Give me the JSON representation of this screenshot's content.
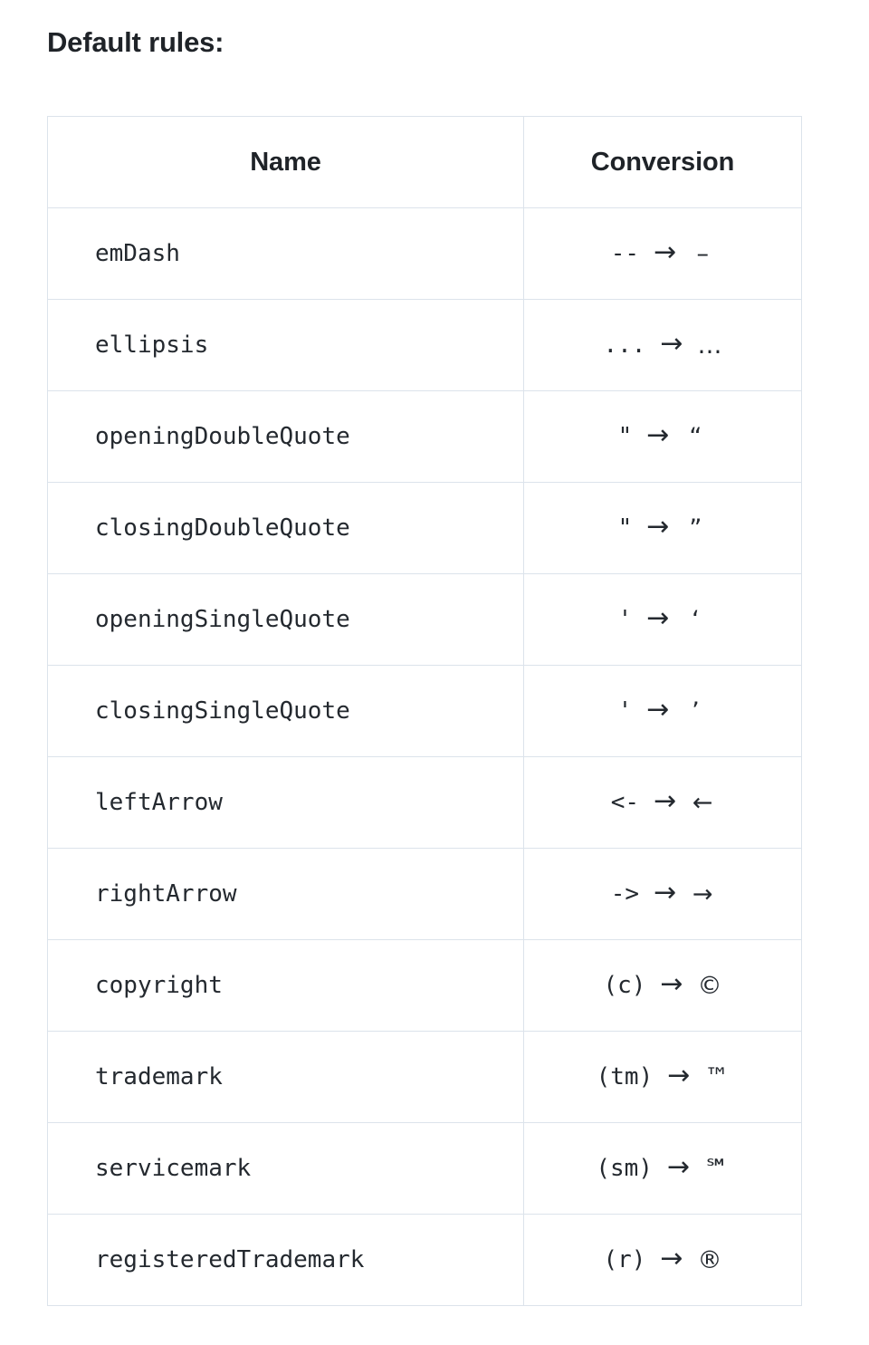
{
  "heading": "Default rules:",
  "colors": {
    "text": "#24292f",
    "heading": "#1f2328",
    "border": "#dce3eb",
    "background": "#ffffff"
  },
  "table": {
    "columns": [
      {
        "key": "name",
        "label": "Name"
      },
      {
        "key": "conversion",
        "label": "Conversion"
      }
    ],
    "arrow_glyph": "→",
    "rows": [
      {
        "name": "emDash",
        "from": "--",
        "to": "–"
      },
      {
        "name": "ellipsis",
        "from": "...",
        "to": "…"
      },
      {
        "name": "openingDoubleQuote",
        "from": "\"",
        "to": "“"
      },
      {
        "name": "closingDoubleQuote",
        "from": "\"",
        "to": "”"
      },
      {
        "name": "openingSingleQuote",
        "from": "'",
        "to": "‘"
      },
      {
        "name": "closingSingleQuote",
        "from": "'",
        "to": "’"
      },
      {
        "name": "leftArrow",
        "from": "<-",
        "to": "←"
      },
      {
        "name": "rightArrow",
        "from": "->",
        "to": "→"
      },
      {
        "name": "copyright",
        "from": "(c)",
        "to": "©"
      },
      {
        "name": "trademark",
        "from": "(tm)",
        "to": "™"
      },
      {
        "name": "servicemark",
        "from": "(sm)",
        "to": "℠"
      },
      {
        "name": "registeredTrademark",
        "from": "(r)",
        "to": "®"
      }
    ]
  }
}
